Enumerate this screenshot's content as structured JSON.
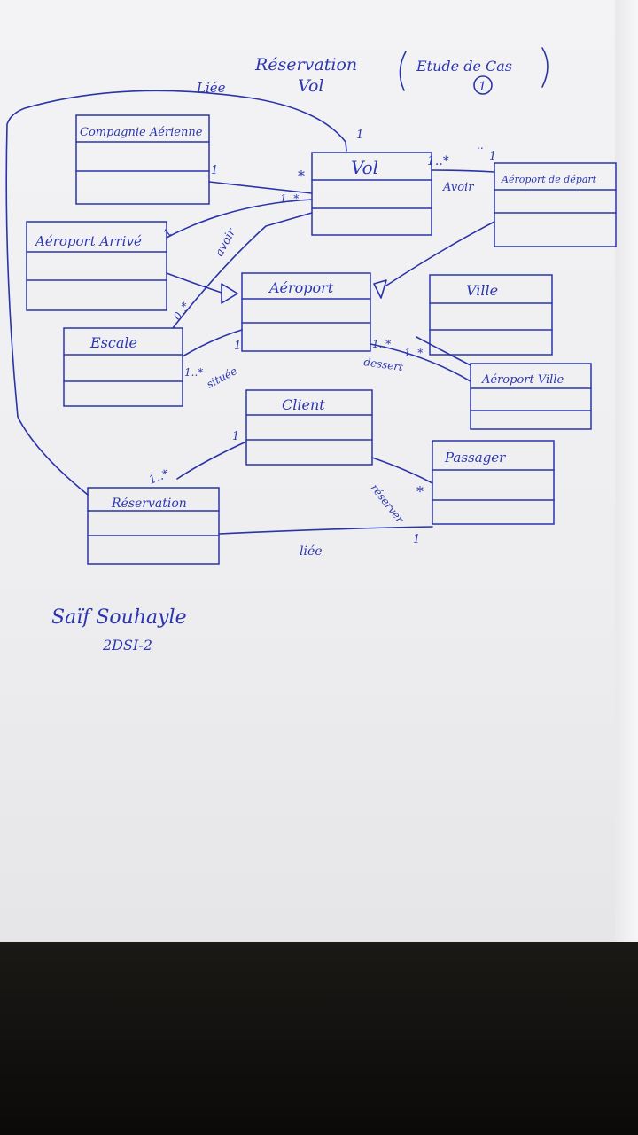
{
  "title": {
    "line1": "Réservation",
    "line2": "Vol",
    "tag": "Etude de Cas",
    "number": "1"
  },
  "classes": {
    "compagnie": "Compagnie Aérienne",
    "vol": "Vol",
    "aeroport_depart": "Aéroport de départ",
    "aeroport_arrive": "Aéroport Arrivé",
    "aeroport": "Aéroport",
    "ville": "Ville",
    "escale": "Escale",
    "aeroport_ville": "Aéroport Ville",
    "client": "Client",
    "passager": "Passager",
    "reservation": "Réservation"
  },
  "associations": {
    "liee_top": "Liée",
    "avoir_right": "Avoir",
    "avoir_diag": "avoir",
    "situee": "située",
    "dessert": "dessert",
    "reserver": "réserver",
    "liee_bottom": "liée"
  },
  "multiplicities": {
    "vol_top": "1",
    "compagnie_1": "1",
    "vol_star": "*",
    "vol_1star": "1..*",
    "vol_right_1star": "1..*",
    "dots": "..",
    "dep_1": "1",
    "arrive_1": "1",
    "escale_0star": "0..*",
    "escale_1star": "1..*",
    "aeroport_1": "1",
    "aeroport_1star": "1..*",
    "ville_1star": "1..*",
    "client_1": "1",
    "reservation_1star": "1..*",
    "passager_star": "*",
    "passager_1": "1"
  },
  "author": {
    "name": "Saïf Souhayle",
    "group": "2DSI-2"
  }
}
